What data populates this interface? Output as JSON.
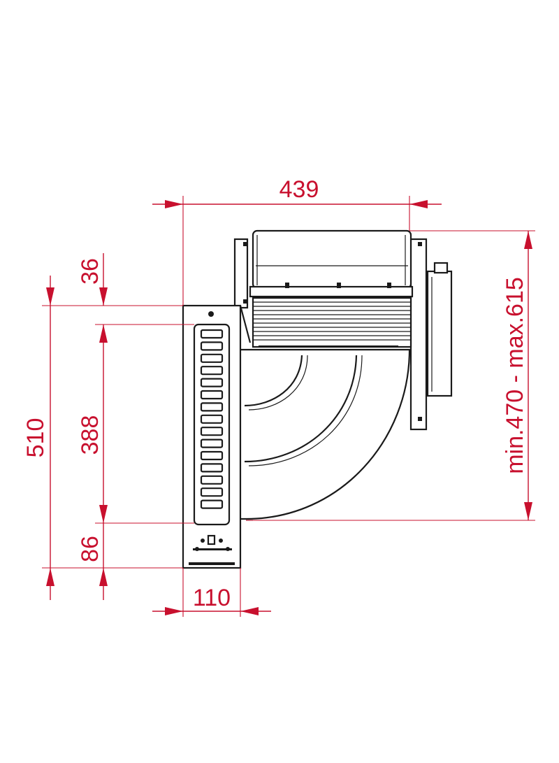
{
  "dimensions": {
    "top_width": "439",
    "upper_offset": "36",
    "total_height": "510",
    "grille_height": "388",
    "bottom_height": "86",
    "column_width": "110",
    "duct_range": "min.470 - max.615"
  },
  "colors": {
    "dimension": "#c8102e",
    "outline": "#1a1a1a",
    "background": "#ffffff"
  }
}
